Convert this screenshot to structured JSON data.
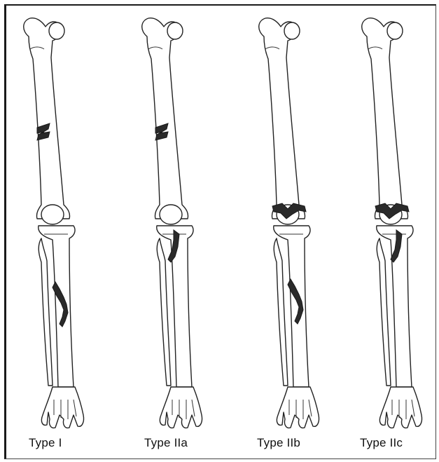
{
  "figure": {
    "panels": [
      {
        "label": "Type I"
      },
      {
        "label": "Type IIa"
      },
      {
        "label": "Type IIb"
      },
      {
        "label": "Type IIc"
      }
    ]
  }
}
